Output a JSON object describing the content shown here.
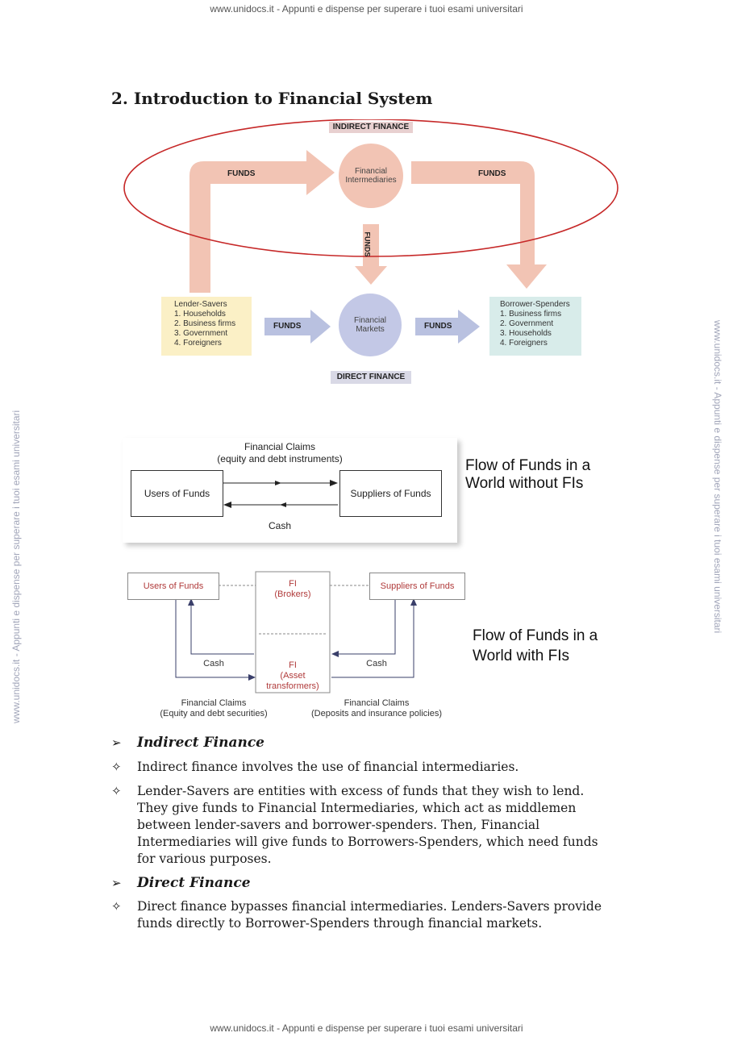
{
  "watermark": {
    "top": "www.unidocs.it - Appunti e dispense per superare i tuoi esami universitari",
    "bottom": "www.unidocs.it - Appunti e dispense per superare i tuoi esami universitari",
    "side": "www.unidocs.it - Appunti e dispense per superare i tuoi esami universitari"
  },
  "title": "2. Introduction to Financial System",
  "diagram1": {
    "indirect_label": "INDIRECT FINANCE",
    "direct_label": "DIRECT FINANCE",
    "intermediaries": [
      "Financial",
      "Intermediaries"
    ],
    "markets": [
      "Financial",
      "Markets"
    ],
    "funds": "FUNDS",
    "funds_vertical": "FUNDS",
    "lenders": {
      "title": "Lender-Savers",
      "items": [
        "1. Households",
        "2. Business firms",
        "3. Government",
        "4. Foreigners"
      ]
    },
    "borrowers": {
      "title": "Borrower-Spenders",
      "items": [
        "1. Business firms",
        "2. Government",
        "3. Households",
        "4. Foreigners"
      ]
    },
    "colors": {
      "indirect_arrow": "#f2c4b4",
      "direct_arrow": "#b9c1e0",
      "circle": "#c3c8e6",
      "lender_bg": "#fbf0c6",
      "borrower_bg": "#d8ecea",
      "ellipse": "#c62828"
    }
  },
  "diagram2": {
    "claims": [
      "Financial Claims",
      "(equity and debt instruments)"
    ],
    "users": "Users of Funds",
    "suppliers": "Suppliers of Funds",
    "cash": "Cash",
    "caption": [
      "Flow of Funds in a",
      "World without FIs"
    ]
  },
  "diagram3": {
    "users": "Users of Funds",
    "suppliers": "Suppliers of Funds",
    "fi_brokers": [
      "FI",
      "(Brokers)"
    ],
    "fi_asset": [
      "FI",
      "(Asset",
      "transformers)"
    ],
    "cash_left": "Cash",
    "cash_right": "Cash",
    "claims_left": [
      "Financial Claims",
      "(Equity and debt securities)"
    ],
    "claims_right": [
      "Financial Claims",
      "(Deposits and insurance policies)"
    ],
    "caption": [
      "Flow of Funds in a",
      "World with FIs"
    ]
  },
  "sections": {
    "indirect": {
      "heading": "Indirect Finance",
      "bullets": [
        "Indirect finance involves the use of financial intermediaries.",
        "Lender-Savers are entities with excess of funds that they wish to lend. They give funds to Financial Intermediaries, which act as middlemen between lender-savers and borrower-spenders. Then, Financial Intermediaries will give funds to Borrowers-Spenders, which need funds for various purposes."
      ]
    },
    "direct": {
      "heading": "Direct Finance",
      "bullets": [
        "Direct finance bypasses financial intermediaries. Lenders-Savers provide funds directly to Borrower-Spenders through financial markets."
      ]
    }
  },
  "glyphs": {
    "arrow_bullet": "➢",
    "star_bullet": "✧"
  }
}
